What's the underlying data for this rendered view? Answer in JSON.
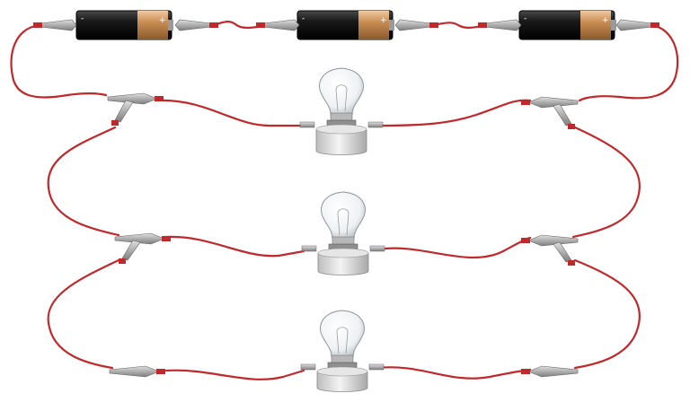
{
  "colors": {
    "wire": "#c0282b",
    "wire_dark": "#8e1a1c",
    "clip": "#a9a9a9",
    "battery_body": "#1c1c1c",
    "battery_top": "#c48a4e"
  },
  "battery_terminal_labels": {
    "negative": "-",
    "positive": "+"
  },
  "components": {
    "batteries": [
      "battery-1",
      "battery-2",
      "battery-3"
    ],
    "bulbs": [
      "bulb-1",
      "bulb-2",
      "bulb-3"
    ],
    "connection": "parallel"
  }
}
